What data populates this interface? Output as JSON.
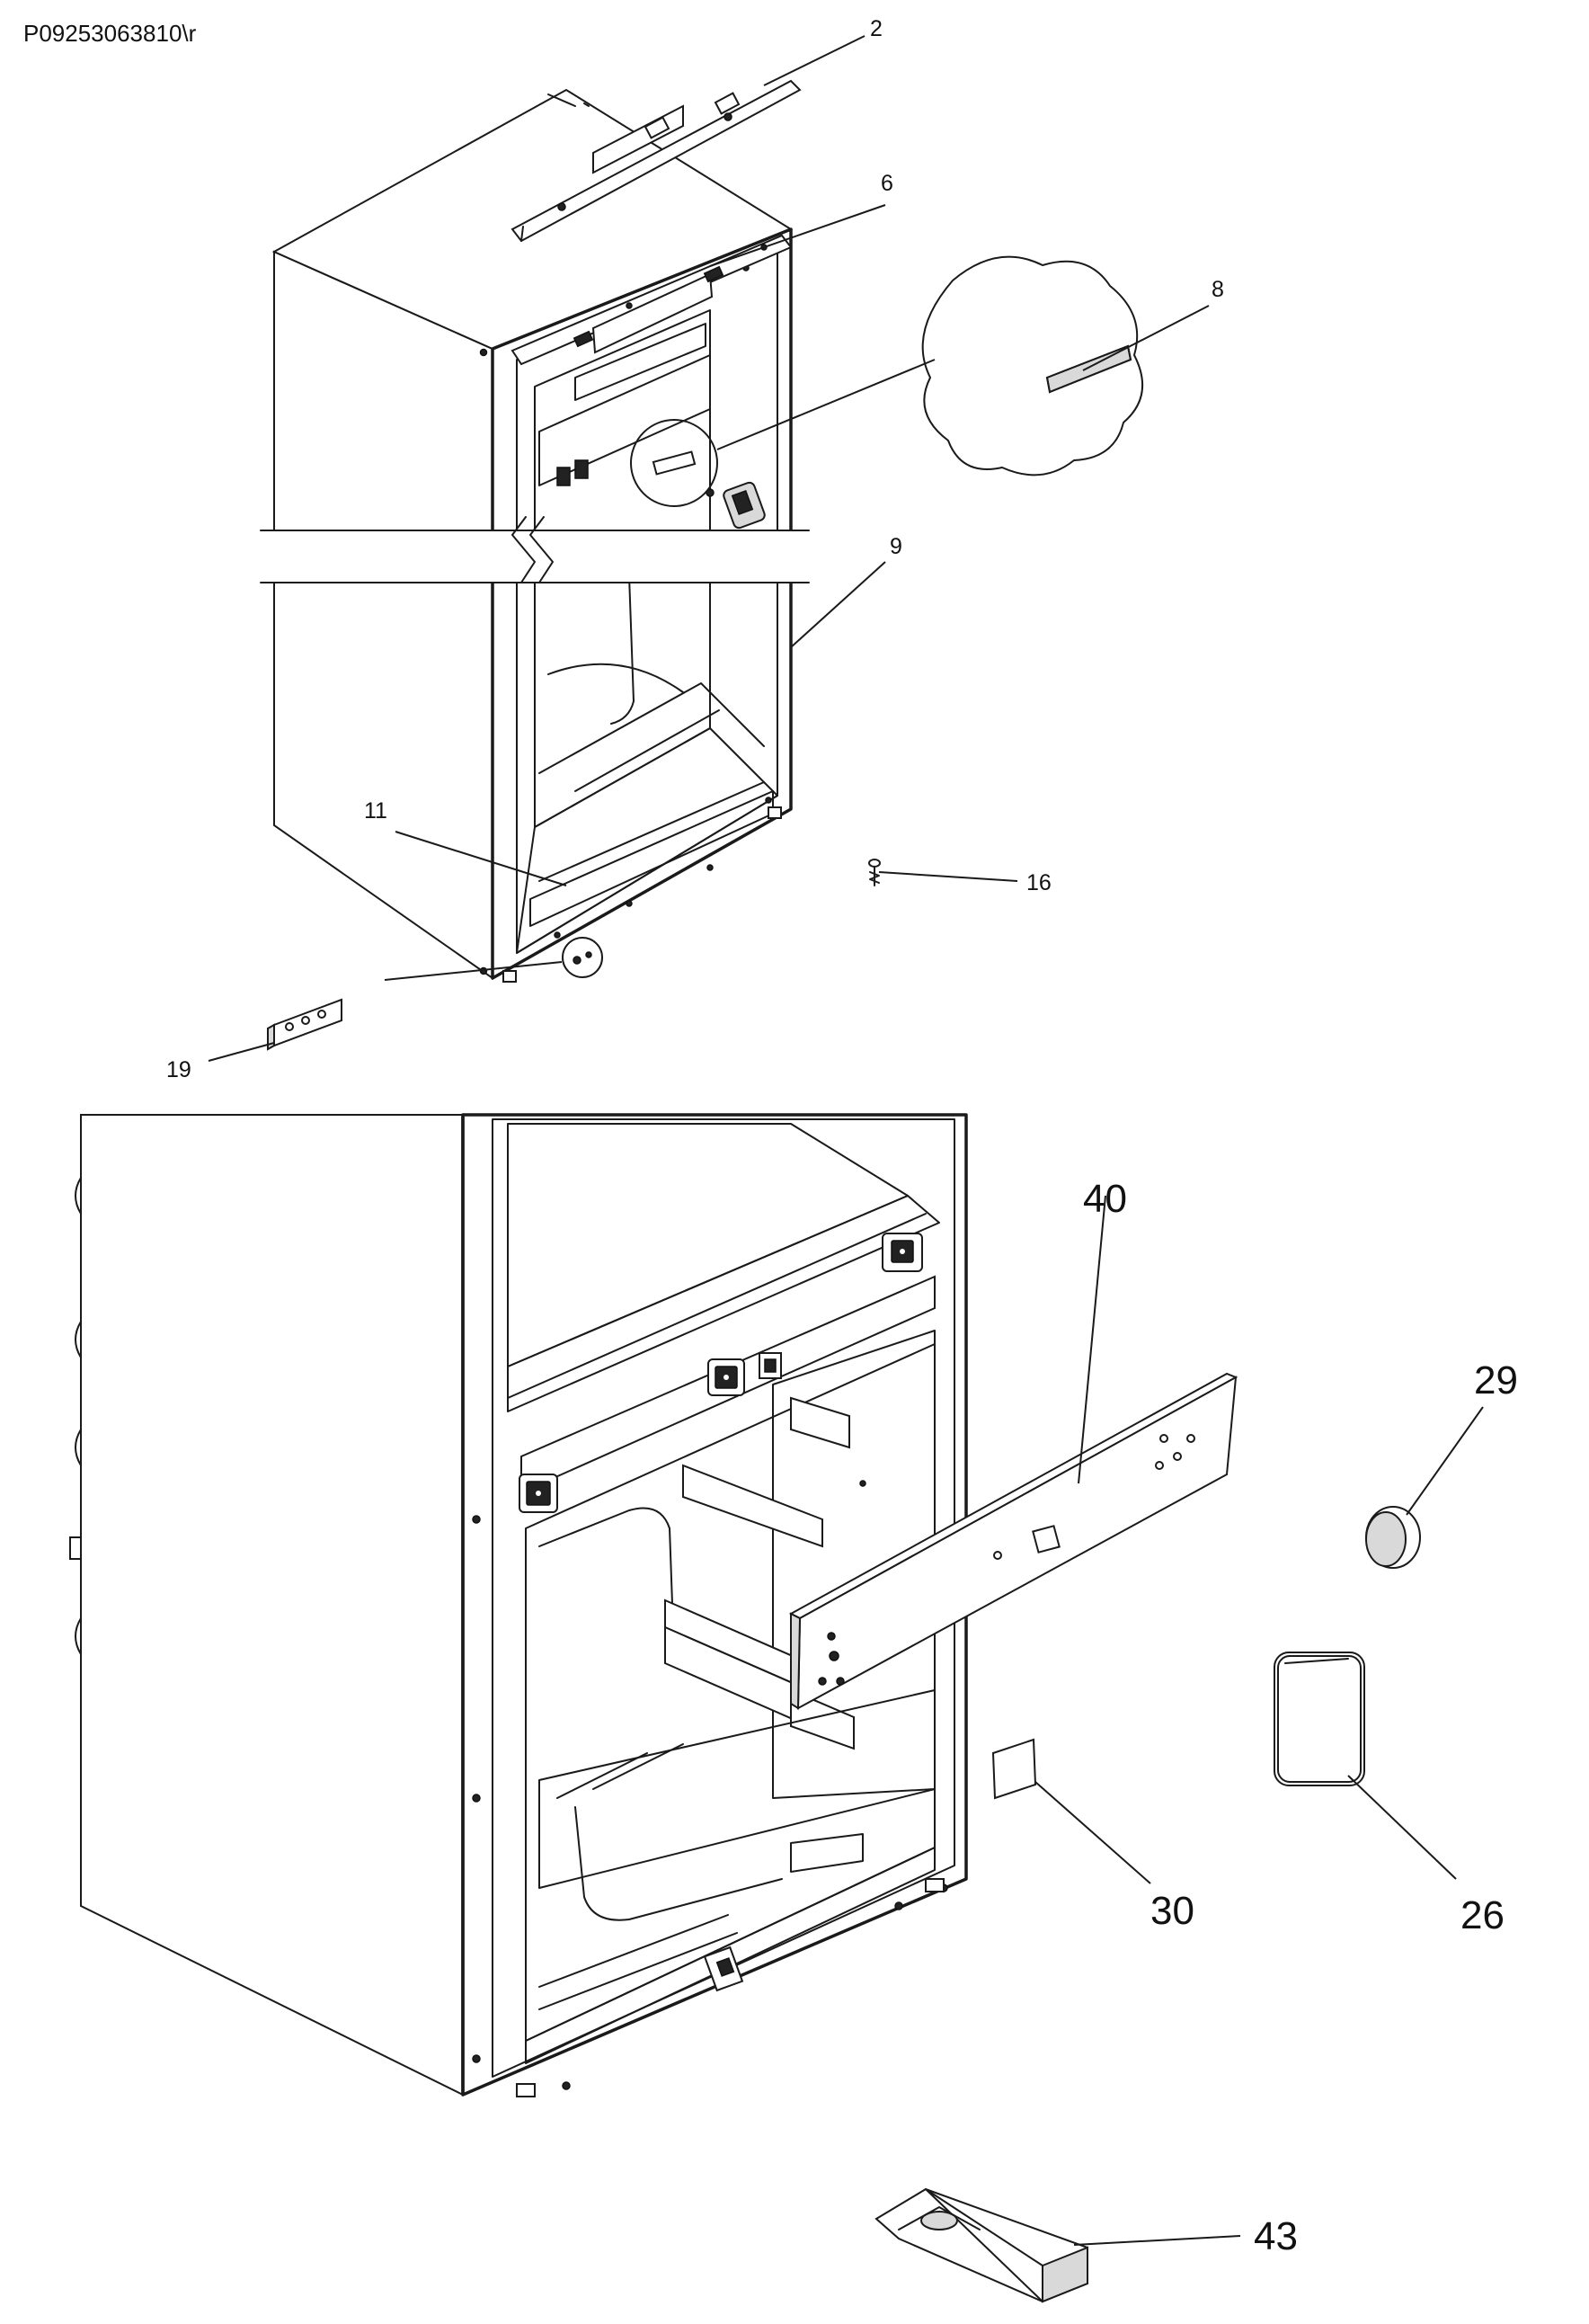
{
  "doc_id": "P09253063810\\r",
  "callouts": {
    "c2": "2",
    "c6": "6",
    "c8": "8",
    "c9": "9",
    "c11": "11",
    "c16": "16",
    "c19": "19",
    "c40": "40",
    "c29": "29",
    "c30": "30",
    "c26": "26",
    "c43": "43"
  }
}
